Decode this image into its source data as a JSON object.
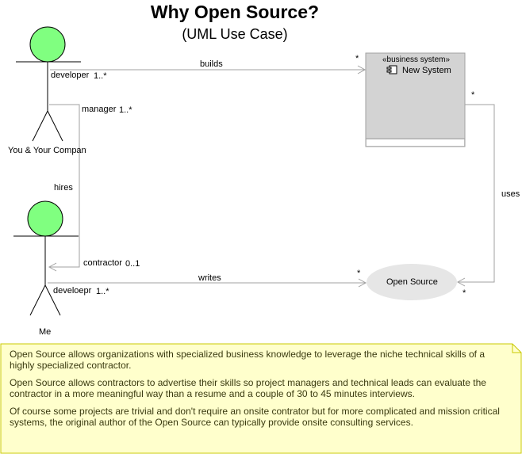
{
  "title": "Why Open Source?",
  "subtitle": "(UML Use Case)",
  "actors": {
    "company": {
      "label": "You & Your Company"
    },
    "me": {
      "label": "Me"
    }
  },
  "system": {
    "stereotype": "«business system»",
    "name": "New System"
  },
  "use_case": {
    "name": "Open Source"
  },
  "associations": {
    "builds": {
      "label": "builds",
      "source_role": "developer",
      "source_mult": "1..*",
      "target_mult": "*"
    },
    "hires": {
      "label": "hires",
      "source_role": "manager",
      "source_mult": "1..*",
      "target_role": "contractor",
      "target_mult": "0..1"
    },
    "writes": {
      "label": "writes",
      "source_role": "develoepr",
      "source_mult": "1..*",
      "target_mult": "*"
    },
    "uses": {
      "label": "uses",
      "source_mult": "*",
      "target_mult": "*"
    }
  },
  "note": {
    "paragraphs": [
      "Open Source allows organizations with specialized business knowledge to leverage the niche technical skills of a highly specialized contractor.",
      "Open Source allows contractors to advertise their skills so project managers and technical leads can evaluate the contractor in a more meaningful way than a resume and a couple of 30 to 45 minutes interviews.",
      "Of course some projects are trivial and don't require an onsite contrator but for more complicated and mission critical systems, the original author of the Open Source can typically provide onsite consulting services."
    ]
  },
  "colors": {
    "actor_head": "#80ff80",
    "system_fill": "#d3d3d3",
    "use_case_fill": "#e6e6e6",
    "note_fill": "#ffffcc",
    "note_border": "#c8c800",
    "line": "#a0a0a0"
  }
}
